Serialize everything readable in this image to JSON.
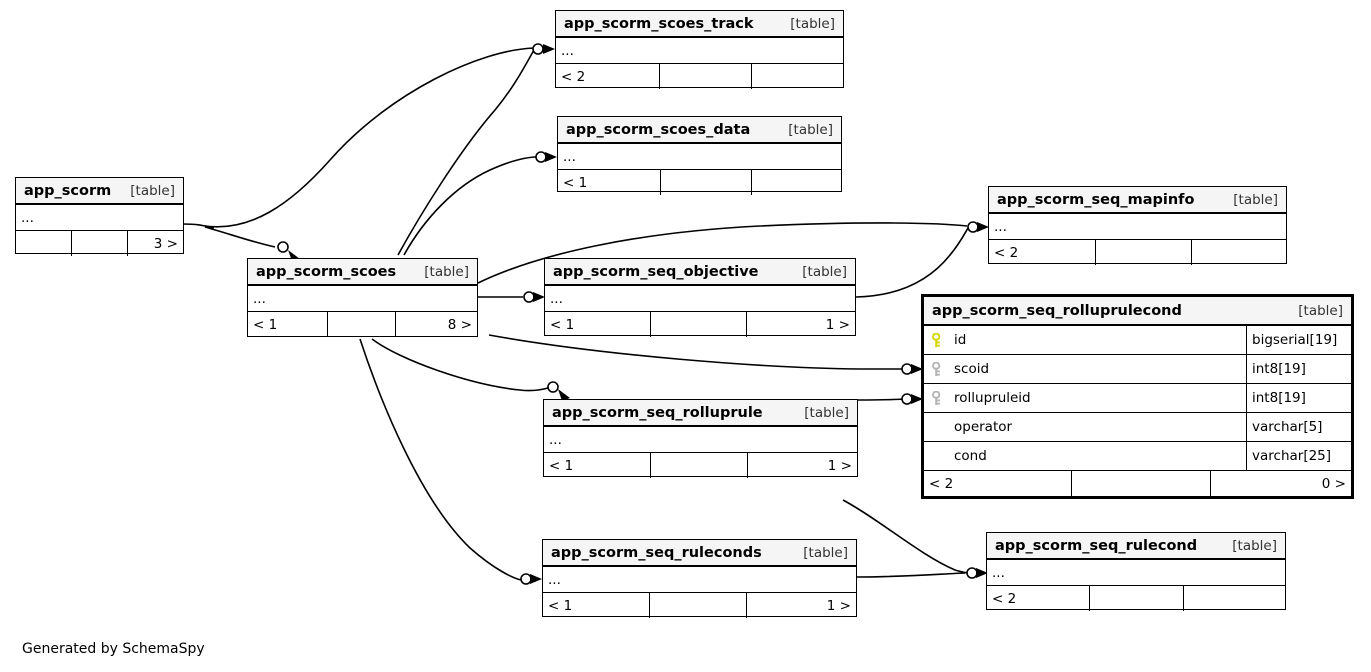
{
  "diagram": {
    "title": "SchemaSpy relationship diagram",
    "footer": "Generated by SchemaSpy",
    "kind_label": "[table]",
    "ellipsis": "...",
    "colors": {
      "background": "#ffffff",
      "header_fill": "#f5f5f5",
      "border": "#000000",
      "primary_key": "#d6d600",
      "foreign_key": "#b5b5b5",
      "text": "#000000"
    }
  },
  "tables": [
    {
      "id": "app_scorm",
      "name": "app_scorm",
      "kind": "[table]",
      "ellipsis": "...",
      "highlight": false,
      "footer": [
        "",
        "",
        "3 >"
      ],
      "columns": []
    },
    {
      "id": "app_scorm_scoes_track",
      "name": "app_scorm_scoes_track",
      "kind": "[table]",
      "ellipsis": "...",
      "highlight": false,
      "footer": [
        "< 2",
        "",
        ""
      ],
      "columns": []
    },
    {
      "id": "app_scorm_scoes_data",
      "name": "app_scorm_scoes_data",
      "kind": "[table]",
      "ellipsis": "...",
      "highlight": false,
      "footer": [
        "< 1",
        "",
        ""
      ],
      "columns": []
    },
    {
      "id": "app_scorm_scoes",
      "name": "app_scorm_scoes",
      "kind": "[table]",
      "ellipsis": "...",
      "highlight": false,
      "footer": [
        "< 1",
        "",
        "8 >"
      ],
      "columns": []
    },
    {
      "id": "app_scorm_seq_mapinfo",
      "name": "app_scorm_seq_mapinfo",
      "kind": "[table]",
      "ellipsis": "...",
      "highlight": false,
      "footer": [
        "< 2",
        "",
        ""
      ],
      "columns": []
    },
    {
      "id": "app_scorm_seq_objective",
      "name": "app_scorm_seq_objective",
      "kind": "[table]",
      "ellipsis": "...",
      "highlight": false,
      "footer": [
        "< 1",
        "",
        "1 >"
      ],
      "columns": []
    },
    {
      "id": "app_scorm_seq_rolluprule",
      "name": "app_scorm_seq_rolluprule",
      "kind": "[table]",
      "ellipsis": "...",
      "highlight": false,
      "footer": [
        "< 1",
        "",
        "1 >"
      ],
      "columns": []
    },
    {
      "id": "app_scorm_seq_rollupruleccond",
      "name": "app_scorm_seq_rolluprulecond",
      "kind": "[table]",
      "highlight": true,
      "footer": [
        "< 2",
        "",
        "0 >"
      ],
      "columns": [
        {
          "name": "id",
          "type": "bigserial[19]",
          "key": "primary"
        },
        {
          "name": "scoid",
          "type": "int8[19]",
          "key": "foreign"
        },
        {
          "name": "rollupruleid",
          "type": "int8[19]",
          "key": "foreign"
        },
        {
          "name": "operator",
          "type": "varchar[5]",
          "key": "none"
        },
        {
          "name": "cond",
          "type": "varchar[25]",
          "key": "none"
        }
      ]
    },
    {
      "id": "app_scorm_seq_ruleconds",
      "name": "app_scorm_seq_ruleconds",
      "kind": "[table]",
      "ellipsis": "...",
      "highlight": false,
      "footer": [
        "< 1",
        "",
        "1 >"
      ],
      "columns": []
    },
    {
      "id": "app_scorm_seq_rulecond",
      "name": "app_scorm_seq_rulecond",
      "kind": "[table]",
      "ellipsis": "...",
      "highlight": false,
      "footer": [
        "< 2",
        "",
        ""
      ],
      "columns": []
    }
  ],
  "relationships": [
    {
      "from": "app_scorm",
      "to": "app_scorm_scoes_track"
    },
    {
      "from": "app_scorm",
      "to": "app_scorm_scoes"
    },
    {
      "from": "app_scorm_scoes",
      "to": "app_scorm_scoes_track"
    },
    {
      "from": "app_scorm_scoes",
      "to": "app_scorm_scoes_data"
    },
    {
      "from": "app_scorm_scoes",
      "to": "app_scorm_seq_mapinfo"
    },
    {
      "from": "app_scorm_scoes",
      "to": "app_scorm_seq_objective"
    },
    {
      "from": "app_scorm_scoes",
      "to": "app_scorm_seq_rollupruleccond"
    },
    {
      "from": "app_scorm_scoes",
      "to": "app_scorm_seq_rolluprule"
    },
    {
      "from": "app_scorm_scoes",
      "to": "app_scorm_seq_ruleconds"
    },
    {
      "from": "app_scorm_seq_objective",
      "to": "app_scorm_seq_mapinfo"
    },
    {
      "from": "app_scorm_seq_rolluprule",
      "to": "app_scorm_seq_rollupruleccond"
    },
    {
      "from": "app_scorm_seq_ruleconds",
      "to": "app_scorm_seq_rulecond"
    }
  ]
}
